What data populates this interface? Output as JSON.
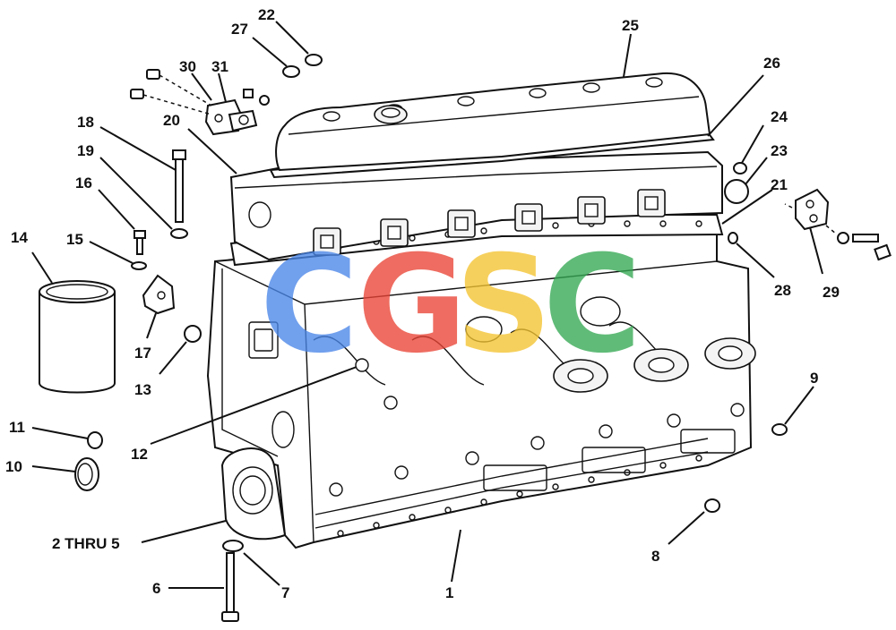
{
  "watermark": {
    "letters": [
      "C",
      "G",
      "S",
      "C"
    ],
    "colors": [
      "#4a86e8",
      "#ea4335",
      "#f4c430",
      "#34a853"
    ]
  },
  "callouts": {
    "c1": "1",
    "c2_5": "2 THRU 5",
    "c6": "6",
    "c7": "7",
    "c8": "8",
    "c9": "9",
    "c10": "10",
    "c11": "11",
    "c12": "12",
    "c13": "13",
    "c14": "14",
    "c15": "15",
    "c16": "16",
    "c17": "17",
    "c18": "18",
    "c19": "19",
    "c20": "20",
    "c21": "21",
    "c22": "22",
    "c23": "23",
    "c24": "24",
    "c25": "25",
    "c26": "26",
    "c27": "27",
    "c28": "28",
    "c29": "29",
    "c30": "30",
    "c31": "31"
  }
}
